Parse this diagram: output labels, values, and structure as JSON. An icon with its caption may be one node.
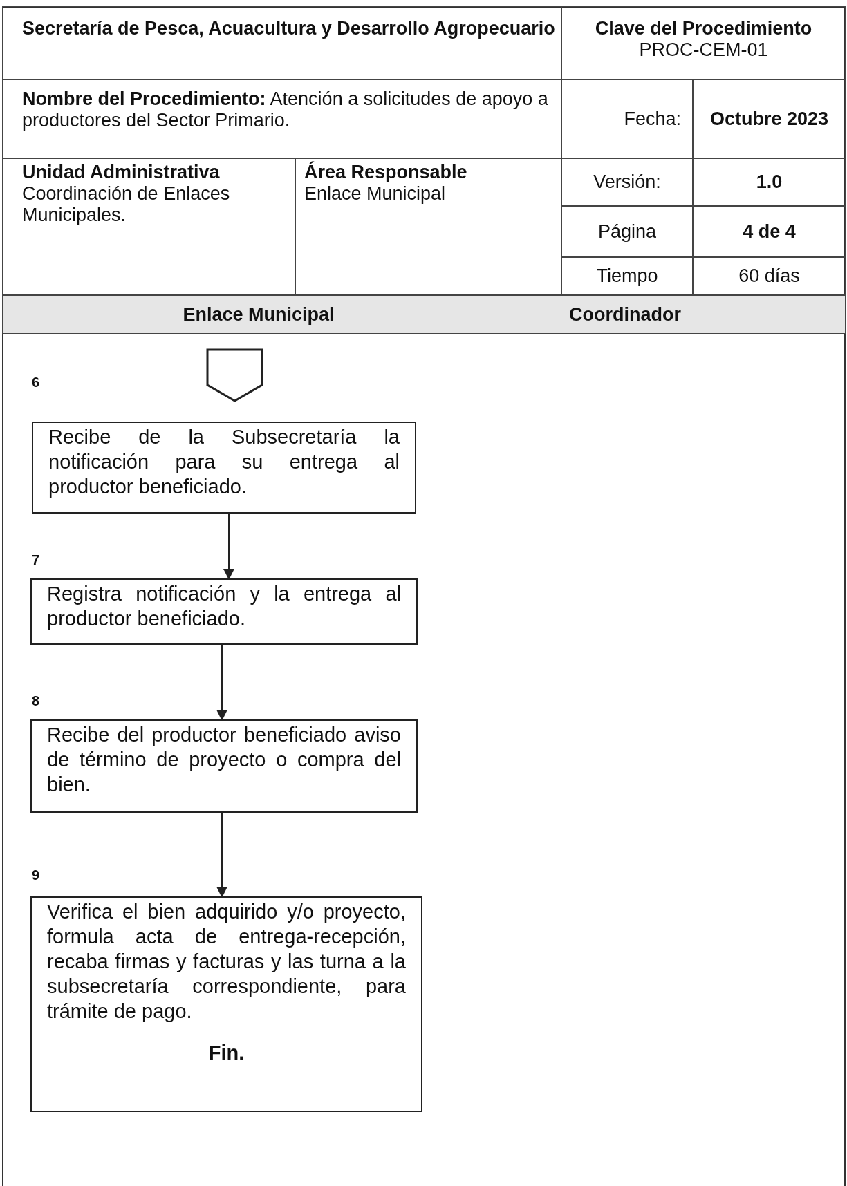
{
  "diagram": {
    "nodes": [
      {
        "text": [],
        "shape": "pentagon"
      },
      {
        "text": [
          "Recibe de la Subsecretaría la notificación para su entrega al productor beneficiado."
        ],
        "beside": [
          "6"
        ]
      },
      {
        "text": [
          "Registra notificación y la entrega al productor beneficiado."
        ],
        "beside": [
          "7"
        ]
      },
      {
        "text": [
          "Recibe del productor beneficiado aviso de término de proyecto o compra del bien."
        ],
        "beside": [
          "8"
        ]
      },
      {
        "text": [
          "Verifica el bien adquirido y/o proyecto, formula acta de entrega-recepción, recaba firmas y facturas y las turna a la subsecretaría correspondiente, para trámite de pago.",
          "Fin."
        ],
        "beside": [
          "9"
        ]
      }
    ],
    "edges": [
      {
        "from": 1,
        "to": 2,
        "arrow": "to"
      },
      {
        "from": 2,
        "to": 3,
        "arrow": "to"
      },
      {
        "from": 3,
        "to": 4,
        "arrow": "to"
      }
    ],
    "labels": [
      "Secretaría de Pesca, Acuacultura y Desarrollo Agropecuario",
      "Clave del Procedimiento",
      "PROC-CEM-01",
      "**Nombre del Procedimiento:** Atención a solicitudes de apoyo a productores del Sector Primario.",
      "Fecha:",
      "Octubre 2023",
      "Unidad Administrativa",
      "Coordinación de Enlaces Municipales.",
      "Área Responsable",
      "Enlace Municipal",
      "Versión:",
      "1.0",
      "Página",
      "4 de 4",
      "Tiempo",
      "60 días",
      "Enlace Municipal",
      "Coordinador"
    ]
  }
}
